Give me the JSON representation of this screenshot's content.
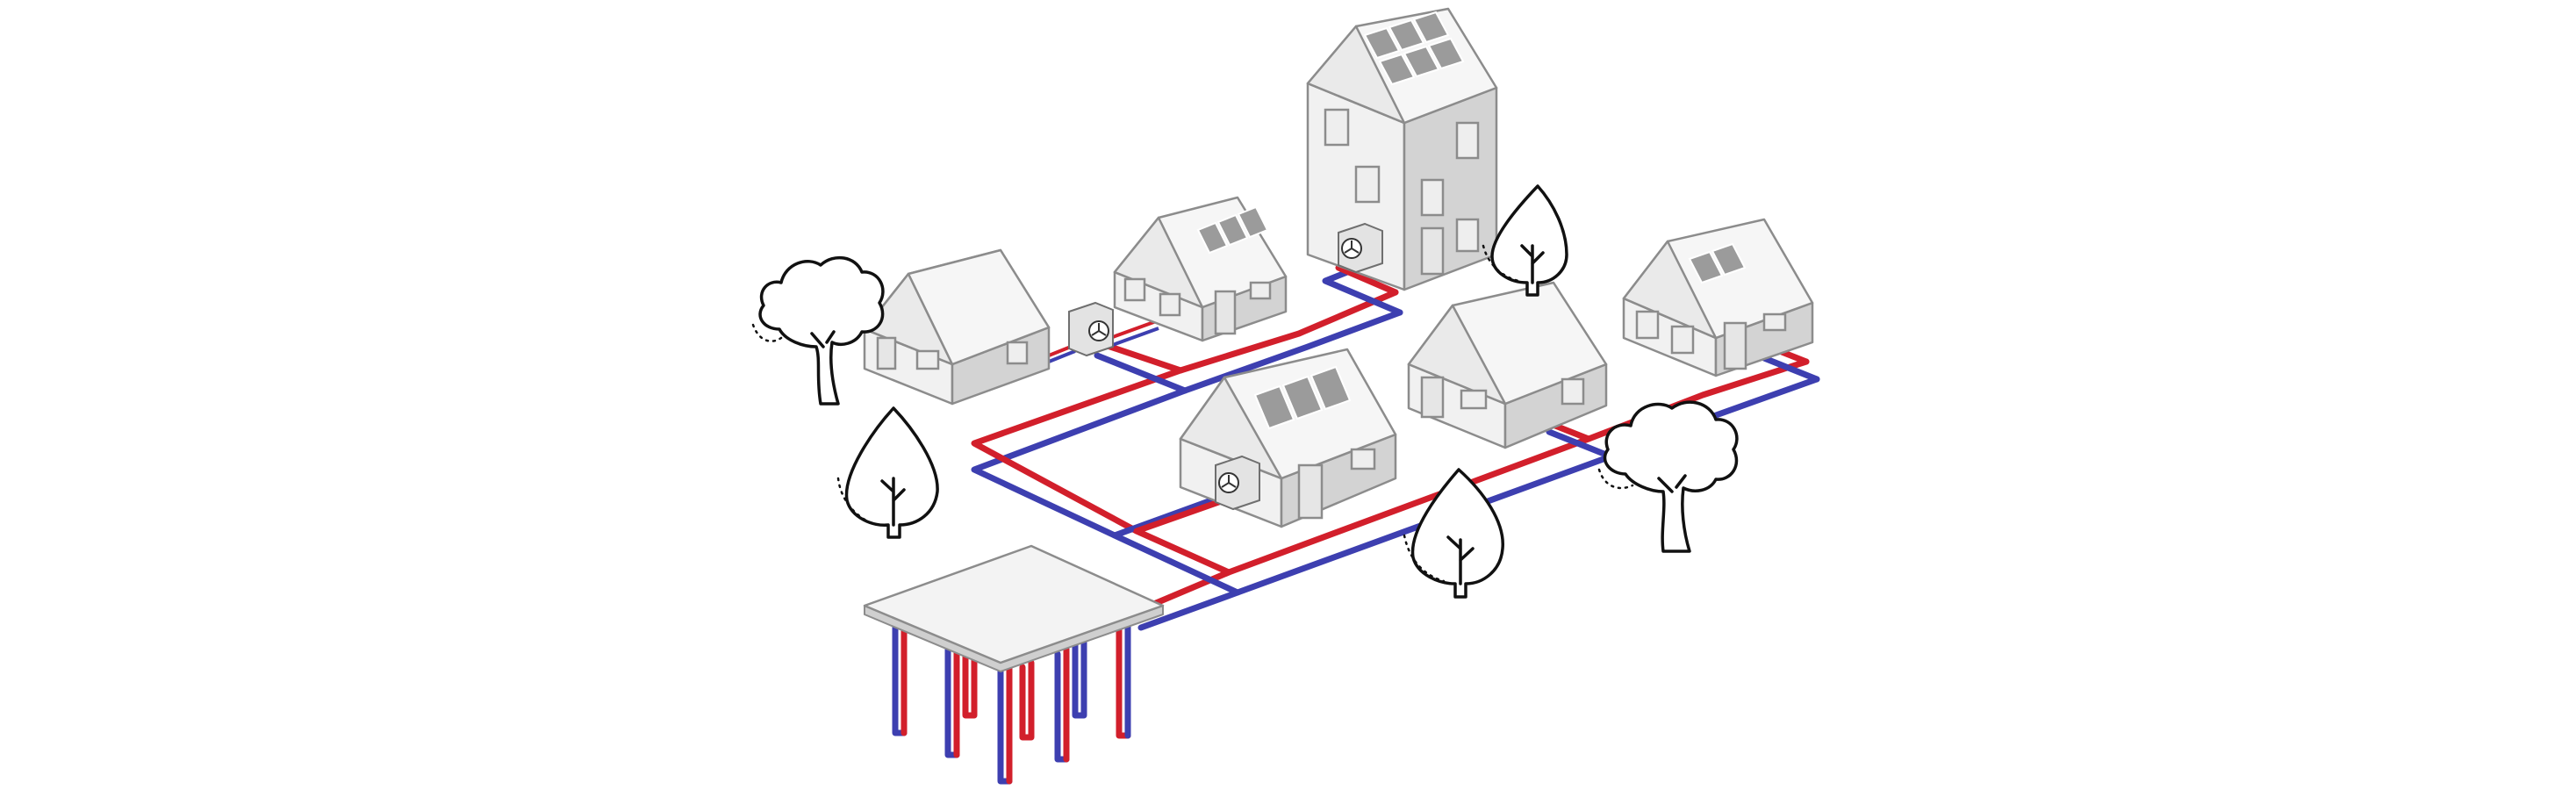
{
  "scene": {
    "colors": {
      "supply_pipe": "#d21f2b",
      "return_pipe": "#3d3fb0",
      "wall_light": "#f1f1f1",
      "wall_shaded": "#d3d3d3",
      "solar_panel": "#9b9b9b",
      "outline": "#8c8c8c"
    },
    "houses": [
      {
        "name": "house-west",
        "solar_panels": false,
        "heat_pump": false
      },
      {
        "name": "house-north-center",
        "solar_panels": true,
        "heat_pump": true
      },
      {
        "name": "apartment-tower",
        "solar_panels": true,
        "heat_pump": true
      },
      {
        "name": "house-east",
        "solar_panels": true,
        "heat_pump": false
      },
      {
        "name": "house-center",
        "solar_panels": false,
        "heat_pump": false
      },
      {
        "name": "house-front",
        "solar_panels": true,
        "heat_pump": true
      }
    ],
    "icons": [
      "tree-icon",
      "heat-pump-icon",
      "solar-panel-icon",
      "fan-icon"
    ]
  }
}
